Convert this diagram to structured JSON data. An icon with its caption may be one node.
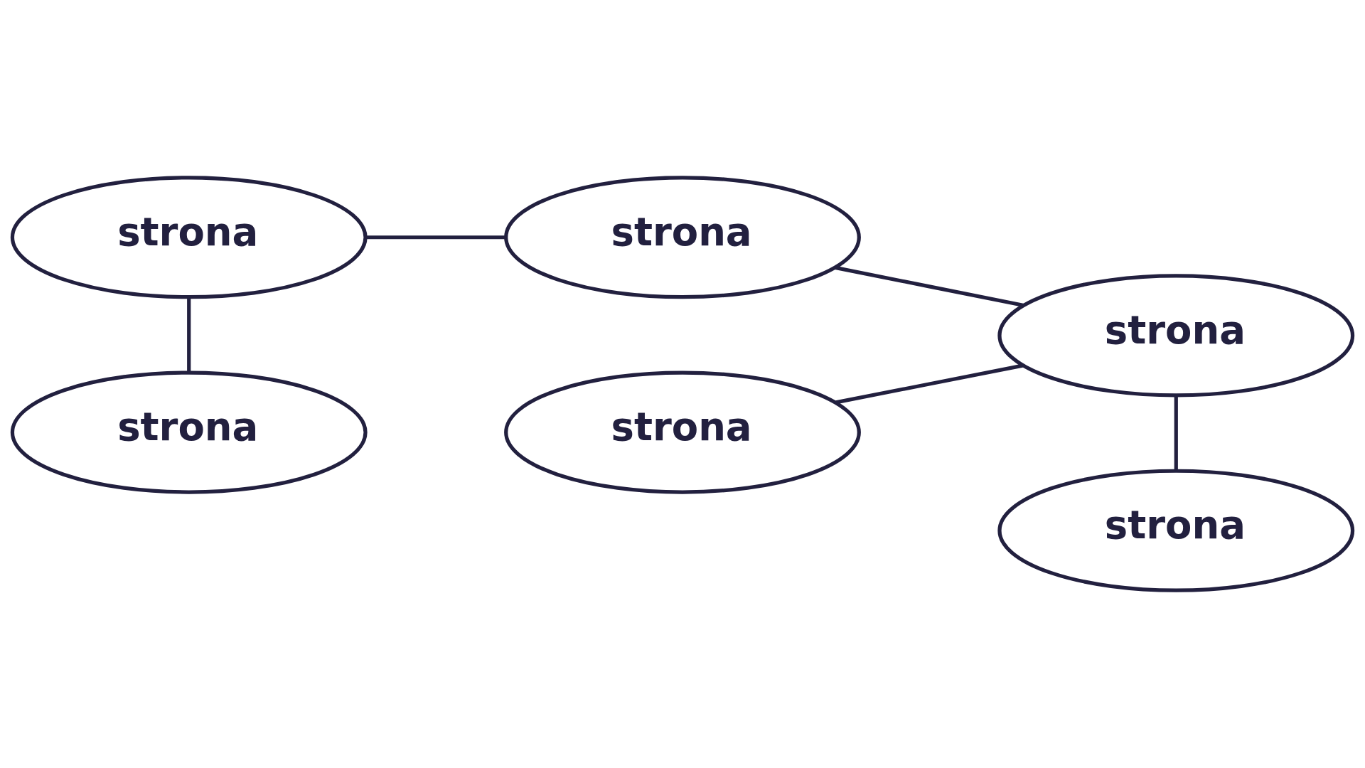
{
  "diagram": {
    "nodes": [
      {
        "text": [
          "strona"
        ]
      },
      {
        "text": [
          "strona"
        ]
      },
      {
        "text": [
          "strona"
        ]
      },
      {
        "text": [
          "strona"
        ]
      },
      {
        "text": [
          "strona"
        ]
      },
      {
        "text": [
          "strona"
        ]
      }
    ],
    "edges": [
      {
        "from": 0,
        "to": 2,
        "arrow": "none"
      },
      {
        "from": 1,
        "to": 3,
        "arrow": "none"
      },
      {
        "from": 3,
        "to": 2,
        "arrow": "none"
      },
      {
        "from": 1,
        "to": 4,
        "arrow": "none"
      },
      {
        "from": 2,
        "to": 5,
        "arrow": "none"
      }
    ]
  }
}
